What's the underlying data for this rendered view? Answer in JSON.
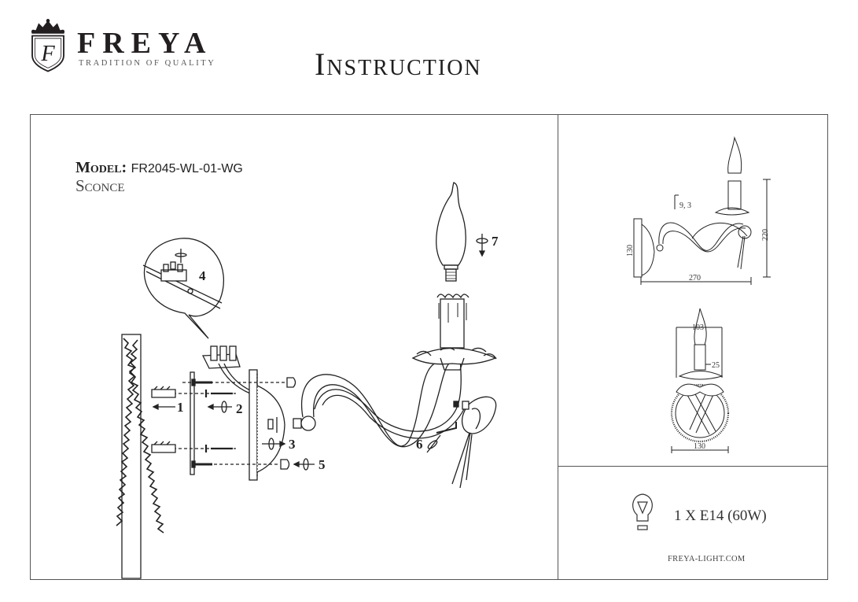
{
  "header": {
    "brand": {
      "name": "FREYA",
      "tagline": "TRADITION OF QUALITY",
      "logo_icon": "crowned-shield-f-icon"
    },
    "title": "Instruction"
  },
  "product": {
    "model_label": "Model:",
    "model_value": "FR2045-WL-01-WG",
    "type": "Sconce"
  },
  "assembly_diagram": {
    "steps": [
      {
        "number": "1",
        "icon": "arrow-left-icon"
      },
      {
        "number": "2",
        "icon": "screw-rotate-icon"
      },
      {
        "number": "3",
        "icon": "screw-rotate-icon"
      },
      {
        "number": "4",
        "icon": "terminal-block-screwdriver-icon"
      },
      {
        "number": "5",
        "icon": "screw-rotate-icon"
      },
      {
        "number": "6",
        "icon": "hex-key-rotate-icon"
      },
      {
        "number": "7",
        "icon": "bulb-screw-in-icon"
      }
    ]
  },
  "dimensions": {
    "side_view": {
      "width": "270",
      "height": "220",
      "base_height": "130",
      "arm_thickness": "9, 3"
    },
    "front_view": {
      "top_width": "103",
      "candle_diameter": "25",
      "base_width": "130"
    }
  },
  "specs": {
    "bulb_icon": "light-bulb-icon",
    "bulb": "1 X E14 (60W)",
    "website": "FREYA-LIGHT.COM"
  },
  "colors": {
    "line": "#222222",
    "frame": "#555555",
    "background": "#ffffff"
  }
}
